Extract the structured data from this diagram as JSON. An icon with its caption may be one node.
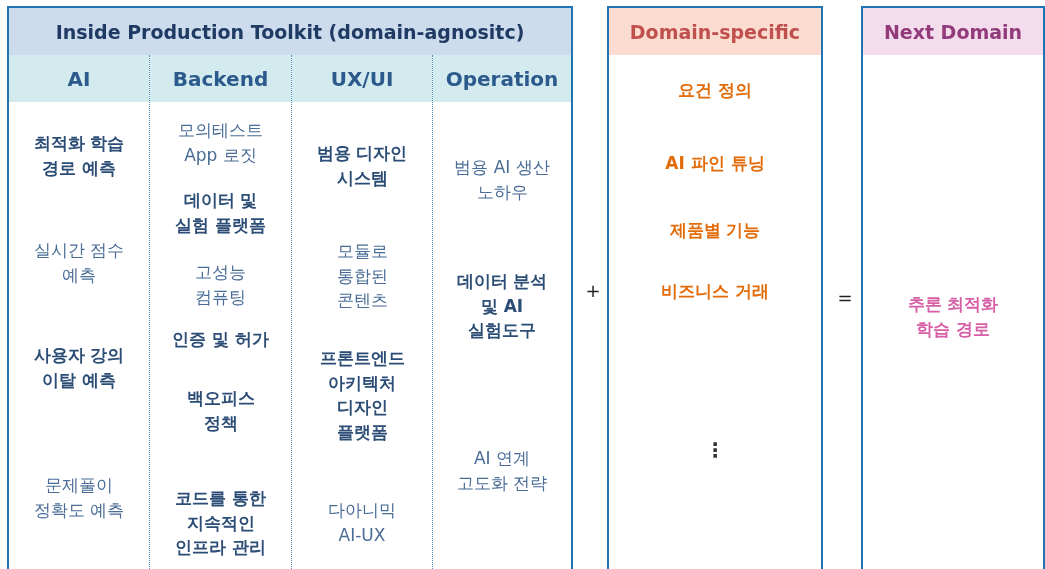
{
  "diagram": {
    "nodes": [
      {
        "text": [
          "Inside Production Toolkit (domain-agnositc)"
        ]
      },
      {
        "text": [
          "AI",
          "최적화 학습 경로 예측",
          "실시간 점수 예측",
          "사용자 강의 이탈 예측",
          "문제풀이 정확도 예측"
        ],
        "in": 0
      },
      {
        "text": [
          "Backend",
          "모의테스트 App 로짓",
          "데이터 및 실험 플랫폼",
          "고성능 컴퓨팅",
          "인증 및 허가",
          "백오피스 정책",
          "코드를 통한 지속적인 인프라 관리"
        ],
        "in": 0
      },
      {
        "text": [
          "UX/UI",
          "범용 디자인 시스템",
          "모듈로 통합된 콘텐츠",
          "프론트엔드 아키텍처 디자인 플랫폼",
          "다아니믹 AI-UX"
        ],
        "in": 0
      },
      {
        "text": [
          "Operation",
          "범용 AI 생산 노하우",
          "데이터 분석 및 AI 실험도구",
          "AI 연계 고도화 전략"
        ],
        "in": 0
      },
      {
        "text": [
          "Domain-specific",
          "요건 정의",
          "AI 파인 튜닝",
          "제품별 기능",
          "비즈니스 거래",
          "⋮"
        ]
      },
      {
        "text": [
          "Next Domain",
          "추론 최적화 학습 경로"
        ]
      }
    ],
    "labels": [
      "+",
      "="
    ]
  }
}
